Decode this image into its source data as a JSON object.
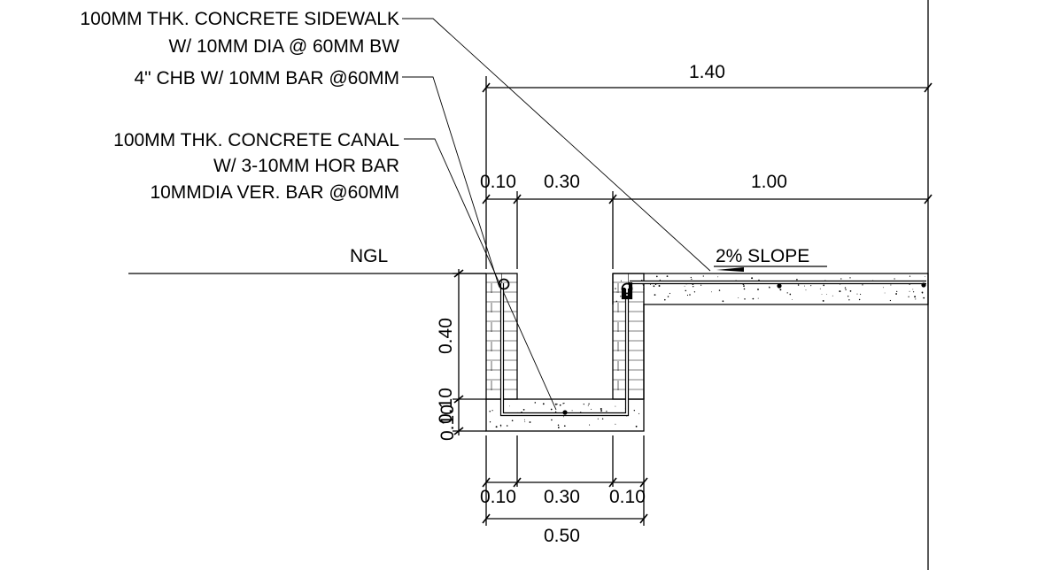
{
  "notes": {
    "sidewalk_line1": "100MM THK. CONCRETE SIDEWALK",
    "sidewalk_line2": "W/ 10MM DIA @ 60MM BW",
    "chb_line": "4\" CHB W/ 10MM BAR @60MM",
    "canal_line1": "100MM THK. CONCRETE CANAL",
    "canal_line2": "W/ 3-10MM HOR BAR",
    "canal_line3": "10MMDIA VER. BAR @60MM"
  },
  "labels": {
    "ngl": "NGL",
    "slope": "2% SLOPE"
  },
  "dimensions": {
    "total_top": "1.40",
    "left_wall_top": "0.10",
    "canal_inner_top": "0.30",
    "sidewalk": "1.00",
    "wall_height": "0.40",
    "slab_mid": "0.10",
    "slab_base": "0.10",
    "bottom_left_wall": "0.10",
    "bottom_inner": "0.30",
    "bottom_right_wall": "0.10",
    "bottom_total": "0.50"
  }
}
